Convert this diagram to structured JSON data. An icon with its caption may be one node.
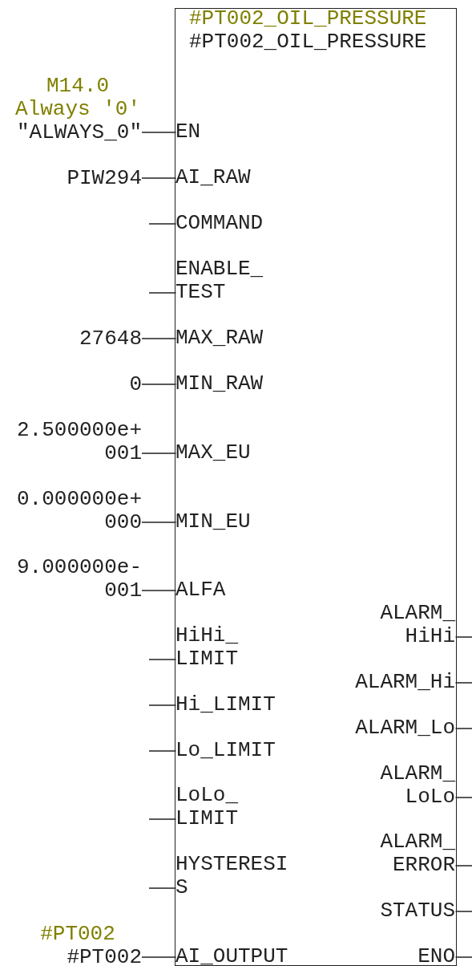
{
  "diagram": {
    "nodes": [
      {
        "text": [
          "#PT002_OIL_PRESSURE",
          "#PT002_OIL_PRESSURE"
        ]
      },
      {
        "text": [
          "\"ALWAYS_0\""
        ],
        "beside": [
          "M14.0",
          "Always '0'"
        ]
      },
      {
        "text": [
          "EN"
        ],
        "in": 0
      },
      {
        "text": [
          "PIW294"
        ]
      },
      {
        "text": [
          "AI_RAW"
        ],
        "in": 0
      },
      {
        "text": [
          "COMMAND"
        ],
        "in": 0
      },
      {
        "text": [
          "ENABLE_ TEST"
        ],
        "in": 0
      },
      {
        "text": [
          "27648"
        ]
      },
      {
        "text": [
          "MAX_RAW"
        ],
        "in": 0
      },
      {
        "text": [
          "0"
        ]
      },
      {
        "text": [
          "MIN_RAW"
        ],
        "in": 0
      },
      {
        "text": [
          "2.500000e+ 001"
        ]
      },
      {
        "text": [
          "MAX_EU"
        ],
        "in": 0
      },
      {
        "text": [
          "0.000000e+ 000"
        ]
      },
      {
        "text": [
          "MIN_EU"
        ],
        "in": 0
      },
      {
        "text": [
          "9.000000e- 001"
        ]
      },
      {
        "text": [
          "ALFA"
        ],
        "in": 0
      },
      {
        "text": [
          "ALARM_ HiHi"
        ],
        "in": 0
      },
      {
        "text": [
          "HiHi_ LIMIT"
        ],
        "in": 0
      },
      {
        "text": [
          "ALARM_Hi"
        ],
        "in": 0
      },
      {
        "text": [
          "Hi_LIMIT"
        ],
        "in": 0
      },
      {
        "text": [
          "ALARM_Lo"
        ],
        "in": 0
      },
      {
        "text": [
          "Lo_LIMIT"
        ],
        "in": 0
      },
      {
        "text": [
          "ALARM_ LoLo"
        ],
        "in": 0
      },
      {
        "text": [
          "LoLo_ LIMIT"
        ],
        "in": 0
      },
      {
        "text": [
          "ALARM_ ERROR"
        ],
        "in": 0
      },
      {
        "text": [
          "HYSTERESI S"
        ],
        "in": 0
      },
      {
        "text": [
          "STATUS"
        ],
        "in": 0
      },
      {
        "text": [
          "#PT002"
        ],
        "beside": [
          "#PT002"
        ]
      },
      {
        "text": [
          "AI_OUTPUT"
        ],
        "in": 0
      },
      {
        "text": [
          "ENO"
        ],
        "in": 0
      }
    ],
    "edges": [
      {
        "from": 1,
        "to": 2,
        "arrow": "none"
      },
      {
        "from": 3,
        "to": 4,
        "arrow": "none"
      },
      {
        "from": null,
        "to": 5,
        "arrow": "none"
      },
      {
        "from": null,
        "to": 6,
        "arrow": "none"
      },
      {
        "from": 7,
        "to": 8,
        "arrow": "none"
      },
      {
        "from": 9,
        "to": 10,
        "arrow": "none"
      },
      {
        "from": 11,
        "to": 12,
        "arrow": "none"
      },
      {
        "from": 13,
        "to": 14,
        "arrow": "none"
      },
      {
        "from": 15,
        "to": 16,
        "arrow": "none"
      },
      {
        "from": 17,
        "to": null,
        "arrow": "none"
      },
      {
        "from": null,
        "to": 18,
        "arrow": "none"
      },
      {
        "from": 19,
        "to": null,
        "arrow": "none"
      },
      {
        "from": null,
        "to": 20,
        "arrow": "none"
      },
      {
        "from": 21,
        "to": null,
        "arrow": "none"
      },
      {
        "from": null,
        "to": 22,
        "arrow": "none"
      },
      {
        "from": 23,
        "to": null,
        "arrow": "none"
      },
      {
        "from": null,
        "to": 24,
        "arrow": "none"
      },
      {
        "from": 25,
        "to": null,
        "arrow": "none"
      },
      {
        "from": null,
        "to": 26,
        "arrow": "none"
      },
      {
        "from": 27,
        "to": null,
        "arrow": "none"
      },
      {
        "from": 28,
        "to": 29,
        "arrow": "none"
      },
      {
        "from": 30,
        "to": null,
        "arrow": "none"
      }
    ]
  }
}
